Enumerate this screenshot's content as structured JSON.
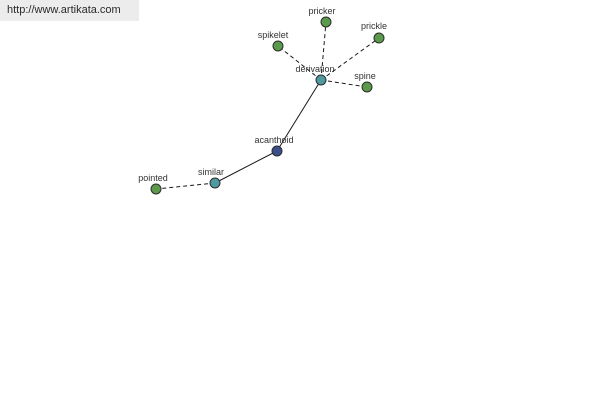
{
  "header": {
    "url": "http://www.artikata.com"
  },
  "colors": {
    "center_node": "#3b4f8a",
    "hub_node": "#4f9aa0",
    "leaf_node": "#5a9a4a",
    "edge": "#1a1a1a",
    "banner_background": "#ececec"
  },
  "graph": {
    "nodes": [
      {
        "id": "acanthoid",
        "label": "acanthoid",
        "kind": "center"
      },
      {
        "id": "derivation",
        "label": "derivation",
        "kind": "hub"
      },
      {
        "id": "similar",
        "label": "similar",
        "kind": "hub"
      },
      {
        "id": "pricker",
        "label": "pricker",
        "kind": "leaf"
      },
      {
        "id": "spikelet",
        "label": "spikelet",
        "kind": "leaf"
      },
      {
        "id": "prickle",
        "label": "prickle",
        "kind": "leaf"
      },
      {
        "id": "spine",
        "label": "spine",
        "kind": "leaf"
      },
      {
        "id": "pointed",
        "label": "pointed",
        "kind": "leaf"
      }
    ],
    "edges": [
      {
        "from": "acanthoid",
        "to": "derivation",
        "style": "solid"
      },
      {
        "from": "acanthoid",
        "to": "similar",
        "style": "solid"
      },
      {
        "from": "derivation",
        "to": "pricker",
        "style": "dashed"
      },
      {
        "from": "derivation",
        "to": "spikelet",
        "style": "dashed"
      },
      {
        "from": "derivation",
        "to": "prickle",
        "style": "dashed"
      },
      {
        "from": "derivation",
        "to": "spine",
        "style": "dashed"
      },
      {
        "from": "similar",
        "to": "pointed",
        "style": "dashed"
      }
    ]
  }
}
